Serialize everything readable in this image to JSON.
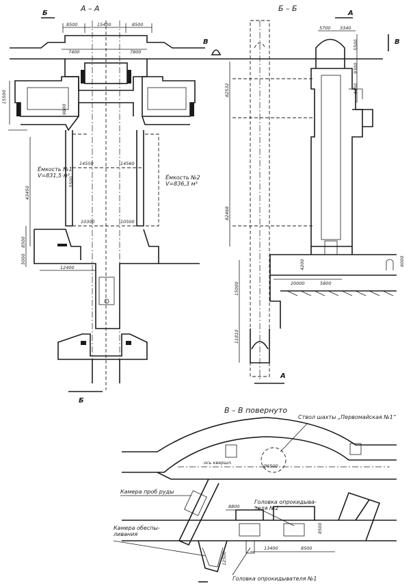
{
  "sections": {
    "aa_title": "А – А",
    "bb_title": "Б – Б",
    "vv_title": "В – В повернуто"
  },
  "section_marks": {
    "b": "Б",
    "a": "А",
    "v": "В"
  },
  "section_aa": {
    "dims_top": [
      "8500",
      "15400",
      "8500"
    ],
    "dims_upper": [
      "7400",
      "7800"
    ],
    "dim_left_top": "15500",
    "dim_9800": "9800",
    "dim_height_left": "43450",
    "dim_upper_bin_width": "5500",
    "dims_mid": [
      "14550",
      "14560"
    ],
    "dims_lower": [
      "10300",
      "10500"
    ],
    "dim_lower_left_1": "8500",
    "dim_lower_left_2": "5000",
    "dim_bottom": "12400",
    "bin_left": "Ёмкость №1\nV=831,5 м³",
    "bin_right": "Ёмкость №2\nV=836,3 м³"
  },
  "section_bb": {
    "dims_top": [
      "5700",
      "3340"
    ],
    "dims_right": [
      "5500",
      "9300",
      "4450"
    ],
    "dim_total_upper": "82532",
    "dim_total_lower": "82468",
    "dim_mid": "4200",
    "dims_lower": [
      "20000",
      "5800"
    ],
    "dim_right_lower": "6000",
    "dim_left_lower_1": "15000",
    "dim_left_lower_2": "11810"
  },
  "section_vv": {
    "shaft_label": "Ствол шахты „Первомайская №1“",
    "axis_label": "ось квершл.",
    "dim_circle": "Ø6500",
    "chamber_ore_label": "Камера проб руды",
    "chamber_dust_label": "Камера обеспы-\nливания",
    "tipper_2_label": "Головка опрокидыва-\nтеля №2",
    "tipper_1_label": "Головка опрокидывателя №1",
    "dims": [
      "8800",
      "8500",
      "13400",
      "8500",
      "12500"
    ]
  }
}
